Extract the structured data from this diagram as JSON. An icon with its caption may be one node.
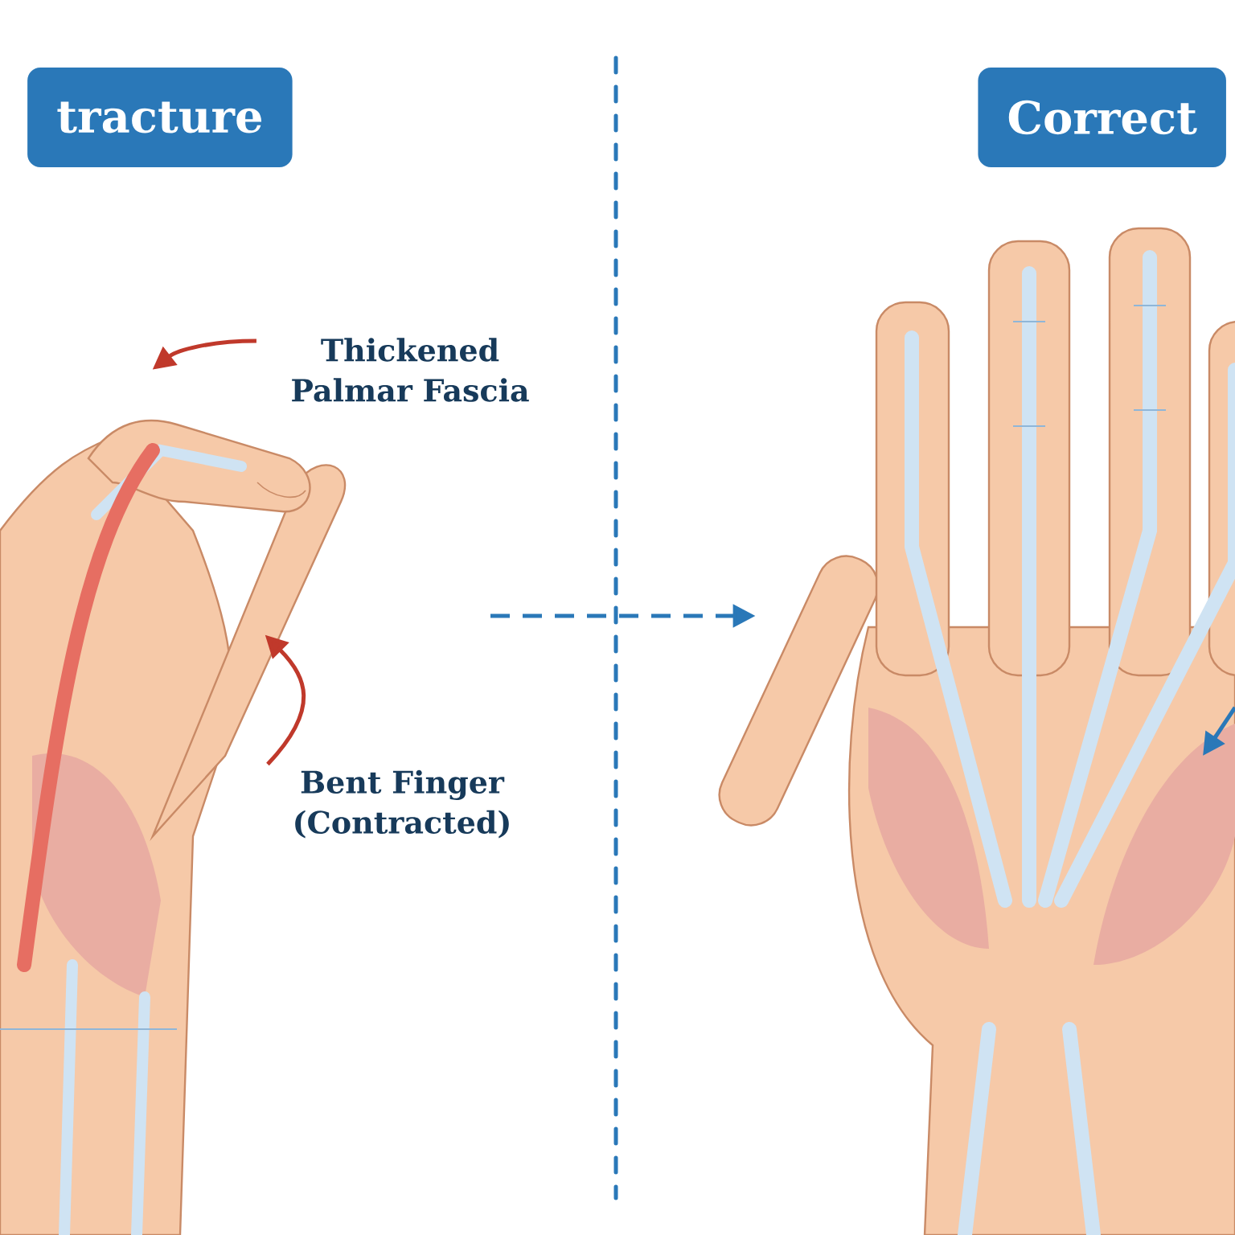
{
  "diagram": {
    "nodes": [
      {
        "text": [
          "tracture"
        ]
      },
      {
        "text": [
          "Correct"
        ]
      },
      {
        "text": [],
        "shape": "picture"
      },
      {
        "text": [],
        "shape": "picture"
      },
      {
        "text": [
          "Thickened Palmar Fascia"
        ]
      },
      {
        "text": [
          "Bent Finger (Contracted)"
        ]
      }
    ],
    "edges": [
      {
        "from": 4,
        "to": 2,
        "arrow": "to",
        "color": "#c0392b"
      },
      {
        "from": 5,
        "to": 2,
        "arrow": "to",
        "color": "#c0392b"
      },
      {
        "from": null,
        "to": 3,
        "arrow": "to",
        "style": "dashed",
        "color": "#2a78b8"
      }
    ]
  }
}
